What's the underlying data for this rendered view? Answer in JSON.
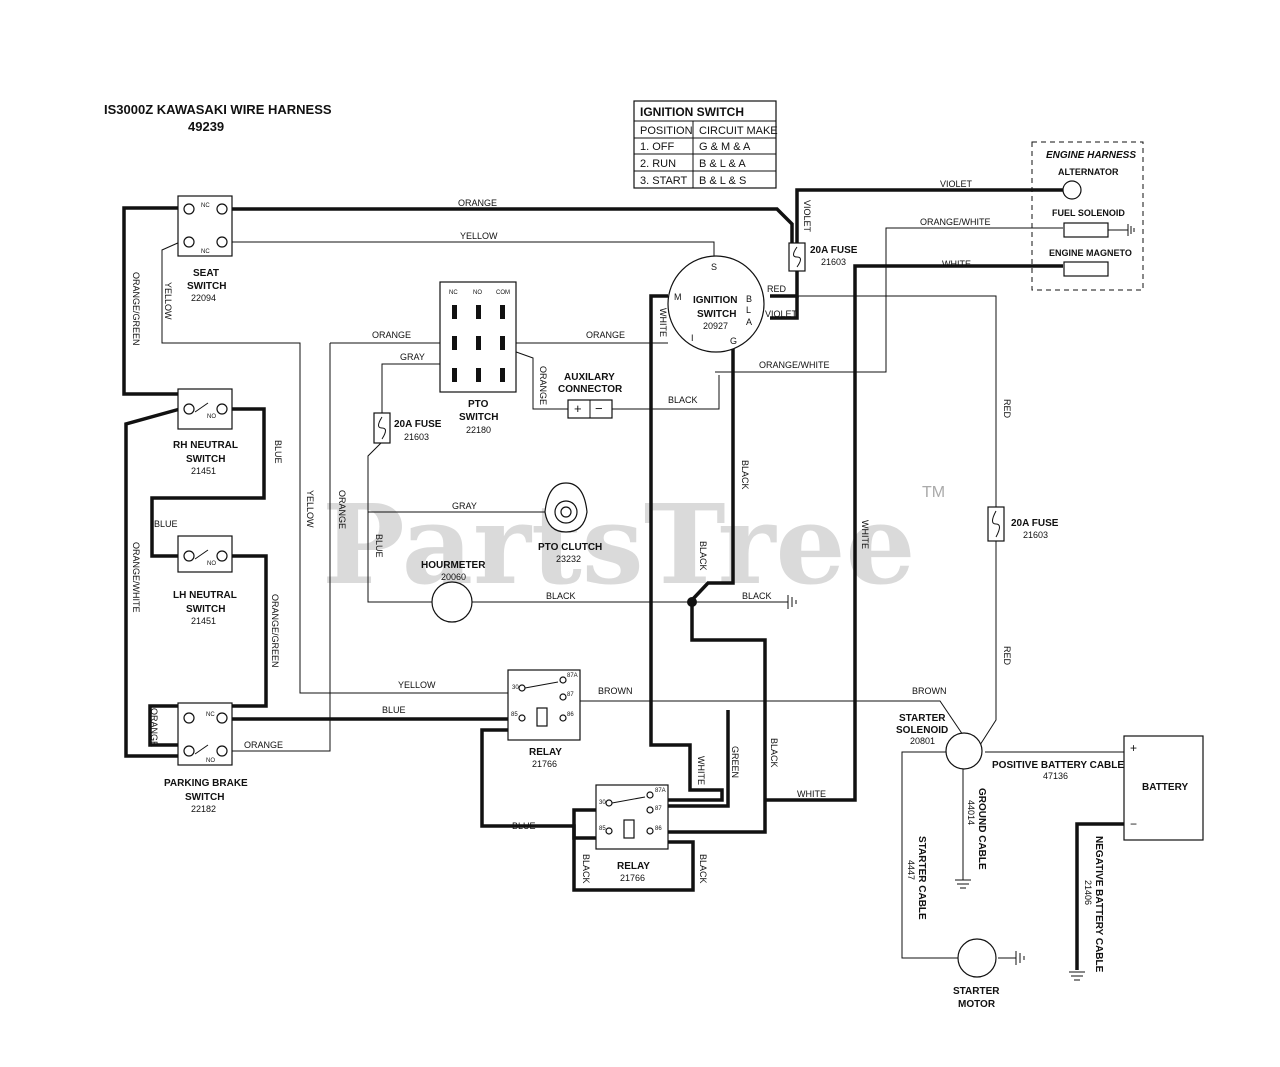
{
  "title": "IS3000Z KAWASAKI WIRE HARNESS",
  "part_no": "49239",
  "watermark": "PartsTree",
  "watermark_tm": "TM",
  "ignition_table": {
    "title": "IGNITION SWITCH",
    "headers": [
      "POSITION",
      "CIRCUIT MAKE"
    ],
    "rows": [
      [
        "1. OFF",
        "G & M & A"
      ],
      [
        "2. RUN",
        "B & L & A"
      ],
      [
        "3. START",
        "B & L & S"
      ]
    ]
  },
  "engine_harness": {
    "title": "ENGINE HARNESS",
    "alternator": "ALTERNATOR",
    "fuel_solenoid": "FUEL SOLENOID",
    "engine_magneto": "ENGINE MAGNETO"
  },
  "components": {
    "seat_switch": {
      "l1": "SEAT",
      "l2": "SWITCH",
      "num": "22094"
    },
    "rh_neutral": {
      "l1": "RH NEUTRAL",
      "l2": "SWITCH",
      "num": "21451"
    },
    "lh_neutral": {
      "l1": "LH NEUTRAL",
      "l2": "SWITCH",
      "num": "21451"
    },
    "parking_brake": {
      "l1": "PARKING BRAKE",
      "l2": "SWITCH",
      "num": "22182"
    },
    "pto_switch": {
      "l1": "PTO",
      "l2": "SWITCH",
      "num": "22180"
    },
    "aux_connector": {
      "l1": "AUXILARY",
      "l2": "CONNECTOR"
    },
    "ignition_switch": {
      "l1": "IGNITION",
      "l2": "SWITCH",
      "num": "20927"
    },
    "fuse_top": {
      "l1": "20A FUSE",
      "num": "21603"
    },
    "fuse_left": {
      "l1": "20A FUSE",
      "num": "21603"
    },
    "fuse_right": {
      "l1": "20A FUSE",
      "num": "21603"
    },
    "pto_clutch": {
      "l1": "PTO CLUTCH",
      "num": "23232"
    },
    "hourmeter": {
      "l1": "HOURMETER",
      "num": "20060"
    },
    "relay_1": {
      "l1": "RELAY",
      "num": "21766"
    },
    "relay_2": {
      "l1": "RELAY",
      "num": "21766"
    },
    "starter_solenoid": {
      "l1": "STARTER",
      "l2": "SOLENOID",
      "num": "20801"
    },
    "battery": {
      "l1": "BATTERY"
    },
    "starter_motor": {
      "l1": "STARTER",
      "l2": "MOTOR"
    },
    "pos_cable": {
      "l1": "POSITIVE BATTERY CABLE",
      "num": "47136"
    },
    "neg_cable": {
      "l1": "NEGATIVE BATTERY CABLE",
      "num": "21406"
    },
    "ground_cable": {
      "l1": "GROUND CABLE",
      "num": "44014"
    },
    "starter_cable": {
      "l1": "STARTER CABLE",
      "num": "4447"
    }
  },
  "terminals": {
    "nc": "NC",
    "no": "NO",
    "com": "COM",
    "s": "S",
    "b": "B",
    "l": "L",
    "a": "A",
    "m": "M",
    "i": "I",
    "g": "G",
    "r30": "30",
    "r87a": "87A",
    "r87": "87",
    "r85": "85",
    "r86": "86",
    "plus": "+",
    "minus": "−"
  },
  "wires": {
    "orange": "ORANGE",
    "yellow": "YELLOW",
    "violet": "VIOLET",
    "orange_white": "ORANGE/WHITE",
    "white": "WHITE",
    "red": "RED",
    "orange_green": "ORANGE/GREEN",
    "blue": "BLUE",
    "gray": "GRAY",
    "black": "BLACK",
    "brown": "BROWN",
    "green": "GREEN"
  }
}
